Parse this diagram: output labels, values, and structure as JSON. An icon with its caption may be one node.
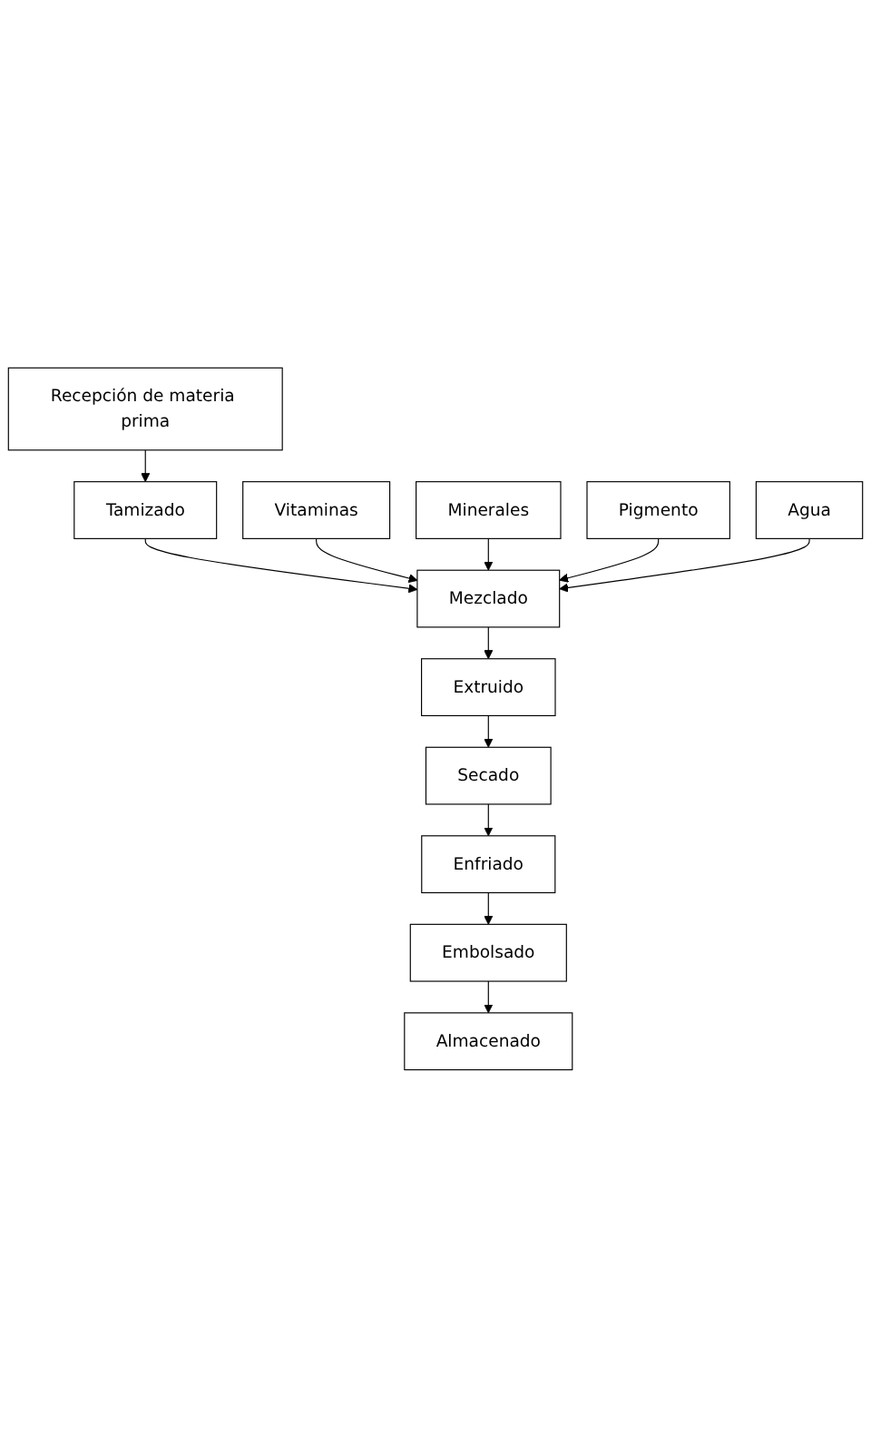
{
  "diagram": {
    "nodes": [
      {
        "text": [
          "Recepción de materia prima"
        ]
      },
      {
        "text": [
          "Tamizado"
        ]
      },
      {
        "text": [
          "Vitaminas"
        ]
      },
      {
        "text": [
          "Minerales"
        ]
      },
      {
        "text": [
          "Mezclado"
        ]
      },
      {
        "text": [
          "Agua"
        ]
      },
      {
        "text": [
          "Pigmento"
        ]
      },
      {
        "text": [
          "Extruido"
        ]
      },
      {
        "text": [
          "Secado"
        ]
      },
      {
        "text": [
          "Enfriado"
        ]
      },
      {
        "text": [
          "Embolsado"
        ]
      },
      {
        "text": [
          "Almacenado"
        ]
      }
    ],
    "edges": [
      {
        "from": 0,
        "to": 1,
        "arrow": "to"
      },
      {
        "from": 1,
        "to": 4,
        "arrow": "to"
      },
      {
        "from": 2,
        "to": 4,
        "arrow": "to"
      },
      {
        "from": 3,
        "to": 4,
        "arrow": "to"
      },
      {
        "from": 6,
        "to": 4,
        "arrow": "to"
      },
      {
        "from": 5,
        "to": 4,
        "arrow": "to"
      },
      {
        "from": 4,
        "to": 7,
        "arrow": "to"
      },
      {
        "from": 7,
        "to": 8,
        "arrow": "to"
      },
      {
        "from": 8,
        "to": 9,
        "arrow": "to"
      },
      {
        "from": 9,
        "to": 10,
        "arrow": "to"
      },
      {
        "from": 10,
        "to": 11,
        "arrow": "to"
      }
    ]
  }
}
